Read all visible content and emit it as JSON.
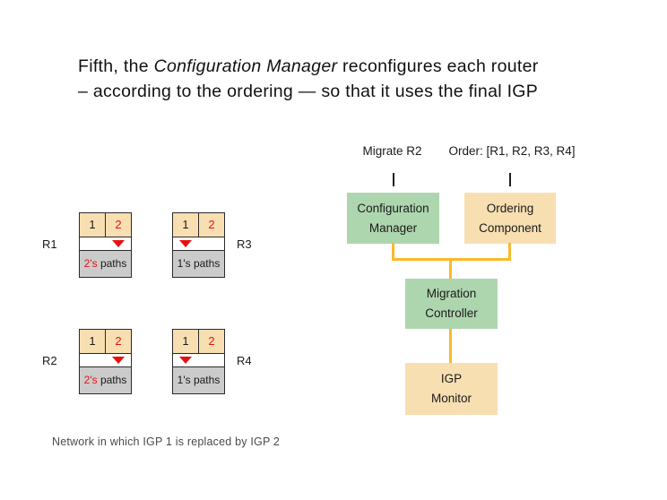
{
  "title": {
    "line1_prefix": "Fifth, the ",
    "line1_italic": "Configuration Manager",
    "line1_suffix": " reconfigures each router",
    "line2": "– according to the ordering — so that it uses the final IGP"
  },
  "architecture": {
    "migrate_annotation": "Migrate R2",
    "order_annotation": "Order: [R1, R2, R3, R4]",
    "configuration_manager": {
      "line1": "Configuration",
      "line2": "Manager"
    },
    "ordering_component": {
      "line1": "Ordering",
      "line2": "Component"
    },
    "migration_controller": {
      "line1": "Migration",
      "line2": "Controller"
    },
    "igp_monitor": {
      "line1": "IGP",
      "line2": "Monitor"
    }
  },
  "network": {
    "igp_header_cells": [
      "1",
      "2"
    ],
    "routers": [
      {
        "name": "R1",
        "selected_igp": "2",
        "paths_prefix": "2's",
        "paths_suffix": " paths"
      },
      {
        "name": "R3",
        "selected_igp": "1",
        "paths_prefix": "1's",
        "paths_suffix": " paths"
      },
      {
        "name": "R2",
        "selected_igp": "2",
        "paths_prefix": "2's",
        "paths_suffix": " paths"
      },
      {
        "name": "R4",
        "selected_igp": "1",
        "paths_prefix": "1's",
        "paths_suffix": " paths"
      }
    ]
  },
  "caption": "Network in which IGP 1 is replaced by IGP 2",
  "colors": {
    "green": "#aed6ae",
    "tan": "#f8dfb2",
    "gray-row": "#cbcbcb",
    "red": "#e81111",
    "orange": "#fbb82a",
    "text": "#1a1a1a"
  }
}
